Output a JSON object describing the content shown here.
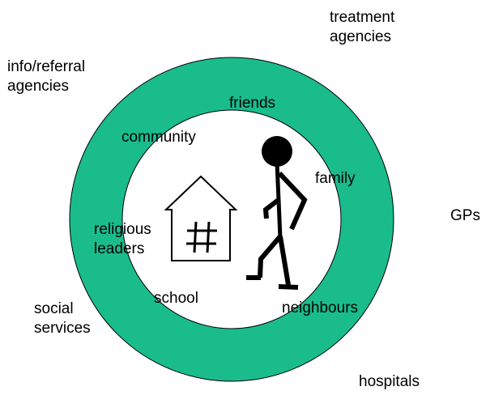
{
  "colors": {
    "outer_ring": "#1ABC8C",
    "inner_circle": "#FFFFFF",
    "ink": "#000000"
  },
  "diagram": {
    "outer_labels": {
      "treatment_agencies": [
        "treatment",
        "agencies"
      ],
      "info_referral_agencies": [
        "info/referral",
        "agencies"
      ],
      "gps": "GPs",
      "social_services": [
        "social",
        "services"
      ],
      "hospitals": "hospitals"
    },
    "inner_labels": {
      "friends": "friends",
      "community": "community",
      "family": "family",
      "religious_leaders": [
        "religious",
        "leaders"
      ],
      "school": "school",
      "neighbours": "neighbours"
    },
    "icons": [
      "house-icon",
      "walking-person-icon"
    ]
  }
}
